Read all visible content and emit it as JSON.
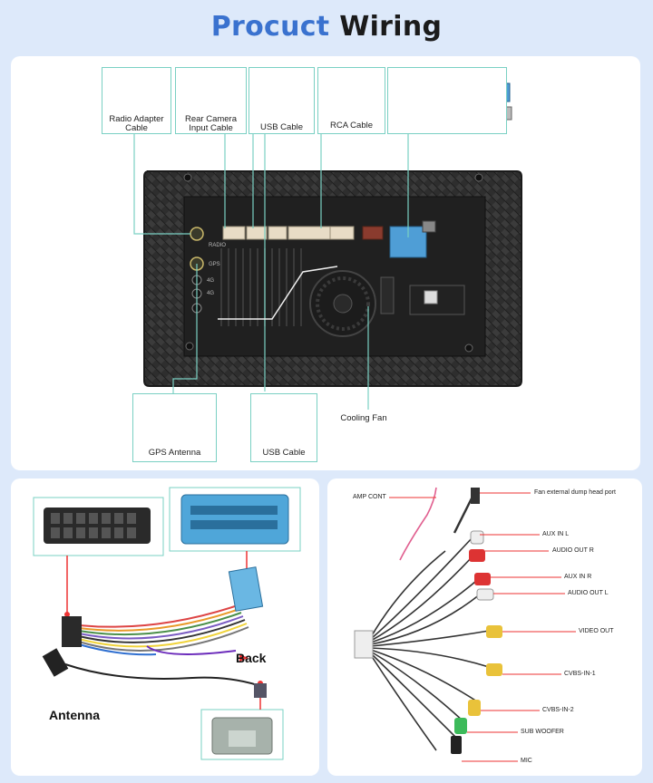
{
  "title": {
    "word1": "Procuct",
    "word2": "Wiring"
  },
  "top_panel": {
    "radio_adapter": "Radio Adapter\nCable",
    "rear_camera": "Rear Camera\nInput Cable",
    "usb_cable_top": "USB Cable",
    "rca_cable": "RCA Cable",
    "gps_antenna": "GPS Antenna",
    "usb_cable_bottom": "USB Cable",
    "cooling_fan": "Cooling Fan",
    "port_labels": [
      "RADIO",
      "GPS",
      "4G",
      "4G"
    ]
  },
  "harness_panel": {
    "back": "Back",
    "antenna": "Antenna"
  },
  "rca_panel": {
    "labels": [
      "AMP CONT",
      "Fan external dump head port",
      "AUX IN L",
      "AUDIO OUT R",
      "AUX IN R",
      "AUDIO OUT L",
      "VIDEO OUT",
      "CVBS-IN-1",
      "CVBS-IN-2",
      "SUB WOOFER",
      "MIC"
    ]
  },
  "colors": {
    "accent": "#3a72cf",
    "frame": "#7ad0c3",
    "background": "#dde9fa"
  }
}
